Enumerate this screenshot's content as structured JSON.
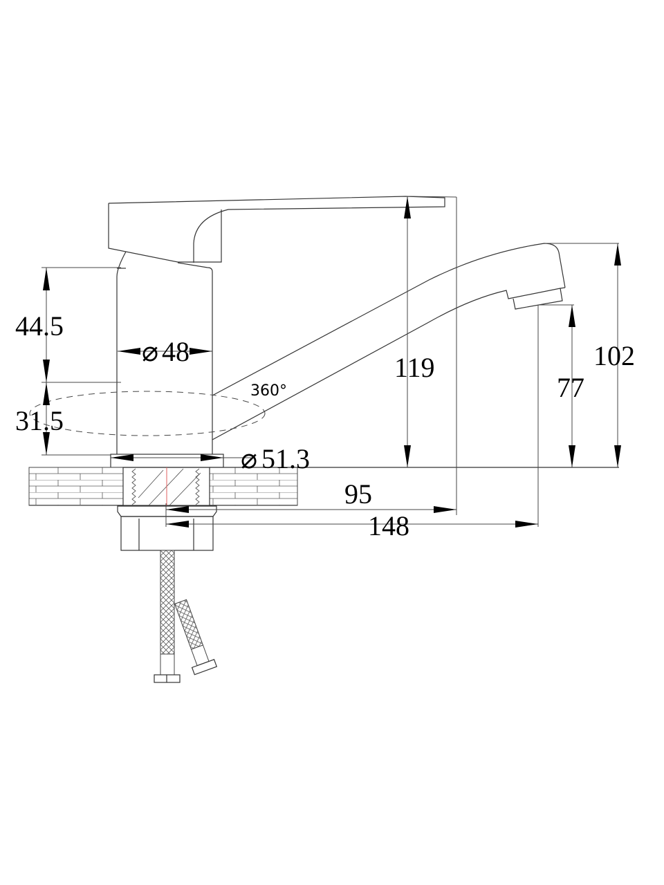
{
  "drawing": {
    "dimensions": {
      "handle_height": "44.5",
      "swivel_height": "31.5",
      "body_diameter": "48",
      "base_diameter": "51.3",
      "total_height": "119",
      "spout_top_height": "102",
      "spout_outlet_height": "77",
      "spout_reach_axis": "95",
      "spout_reach_total": "148",
      "rotation": "360°"
    },
    "diameter_symbol": "⌀",
    "colors": {
      "line": "#333333",
      "centerline": "#e06060"
    }
  }
}
